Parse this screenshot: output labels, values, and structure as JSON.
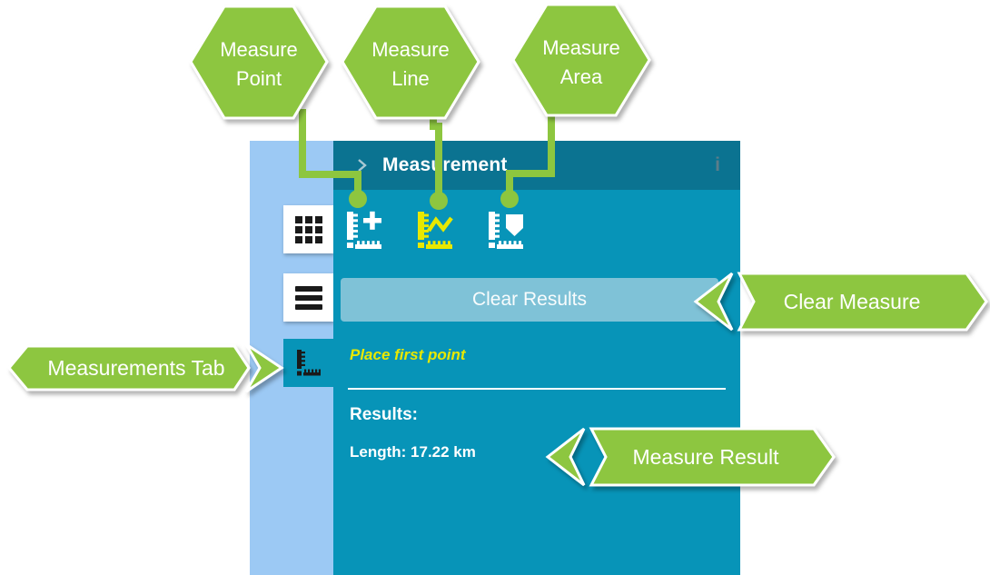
{
  "colors": {
    "green": "#8DC63F",
    "header_teal": "#0B7391",
    "panel_teal": "#0794B8",
    "sidebar_blue": "#9CC9F4",
    "button_blue": "#7FC2D7",
    "highlight_yellow": "#E8E800",
    "icon_black": "#1A1A1A",
    "info_gray": "#5C7D8A",
    "white": "#FFFFFF"
  },
  "annotations": {
    "hexagons": [
      {
        "id": "measure-point",
        "line1": "Measure",
        "line2": "Point"
      },
      {
        "id": "measure-line",
        "line1": "Measure",
        "line2": "Line"
      },
      {
        "id": "measure-area",
        "line1": "Measure",
        "line2": "Area"
      }
    ],
    "ribbons": [
      {
        "id": "measurements-tab",
        "label": "Measurements Tab",
        "points": "right"
      },
      {
        "id": "clear-measure",
        "label": "Clear Measure",
        "points": "left"
      },
      {
        "id": "measure-result",
        "label": "Measure Result",
        "points": "left"
      }
    ]
  },
  "sidebar": {
    "tabs": [
      {
        "id": "grid",
        "icon": "grid-icon",
        "selected": false
      },
      {
        "id": "list",
        "icon": "list-icon",
        "selected": false
      },
      {
        "id": "measurements",
        "icon": "ruler-icon",
        "selected": true
      }
    ]
  },
  "panel": {
    "title": "Measurement",
    "collapse_icon": "chevron-right-icon",
    "info_glyph": "i",
    "tools": [
      {
        "id": "measure-point",
        "icon": "ruler-plus-icon",
        "active": false,
        "color": "#FFFFFF"
      },
      {
        "id": "measure-line",
        "icon": "ruler-zigzag-icon",
        "active": true,
        "color": "#E8E800"
      },
      {
        "id": "measure-area",
        "icon": "ruler-polygon-icon",
        "active": false,
        "color": "#FFFFFF"
      }
    ],
    "clear_button_label": "Clear Results",
    "hint_text": "Place first point",
    "results_heading": "Results:",
    "result_text": "Length: 17.22 km"
  }
}
